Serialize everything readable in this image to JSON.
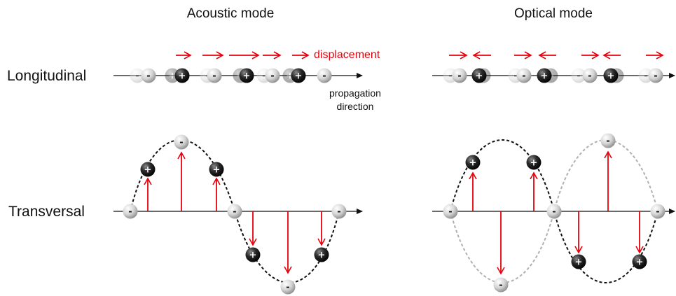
{
  "titles": {
    "acoustic": "Acoustic mode",
    "optical": "Optical mode"
  },
  "rows": {
    "longitudinal": "Longitudinal",
    "transversal": "Transversal"
  },
  "labels": {
    "displacement": "displacement",
    "propagation_line1": "propagation",
    "propagation_line2": "direction"
  },
  "ions": {
    "positive": "+",
    "negative": "-"
  },
  "colors": {
    "displacement_arrow": "#e8000b",
    "axis": "#111111",
    "positive_ion": "#1c1c1c",
    "negative_ion": "#c9c9c9",
    "curve_primary": "#111111",
    "curve_secondary": "#b0b0b0"
  }
}
